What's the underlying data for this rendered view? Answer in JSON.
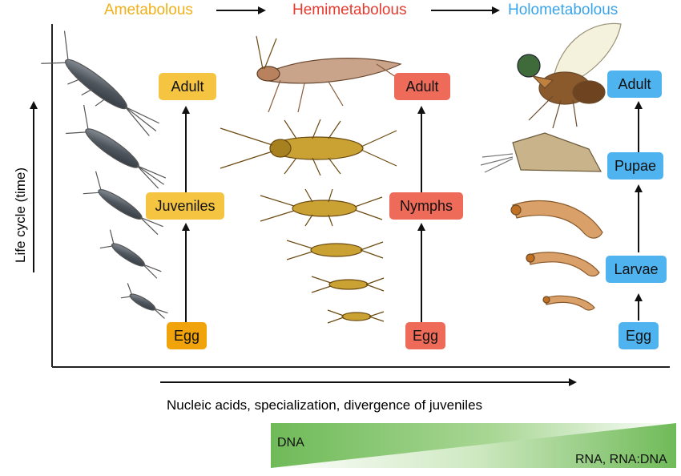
{
  "colors": {
    "ametabolous": "#f0b018",
    "hemimetabolous": "#e63a2e",
    "holometabolous": "#3aa4e8",
    "box_ametabolous": "#f5c542",
    "box_ametabolous_egg": "#f0a30a",
    "box_hemimetabolous": "#ee6b5a",
    "box_holometabolous": "#4fb3f0",
    "gradient_green": "#7dbf63"
  },
  "titles": {
    "ametabolous": "Ametabolous",
    "hemimetabolous": "Hemimetabolous",
    "holometabolous": "Holometabolous"
  },
  "stages": {
    "ametabolous": {
      "adult": "Adult",
      "juveniles": "Juveniles",
      "egg": "Egg"
    },
    "hemimetabolous": {
      "adult": "Adult",
      "nymphs": "Nymphs",
      "egg": "Egg"
    },
    "holometabolous": {
      "adult": "Adult",
      "pupae": "Pupae",
      "larvae": "Larvae",
      "egg": "Egg"
    }
  },
  "axes": {
    "y_label": "Life cycle (time)",
    "x_label": "Nucleic acids, specialization, divergence of juveniles"
  },
  "gradient": {
    "left_label": "DNA",
    "right_label": "RNA, RNA:DNA"
  }
}
